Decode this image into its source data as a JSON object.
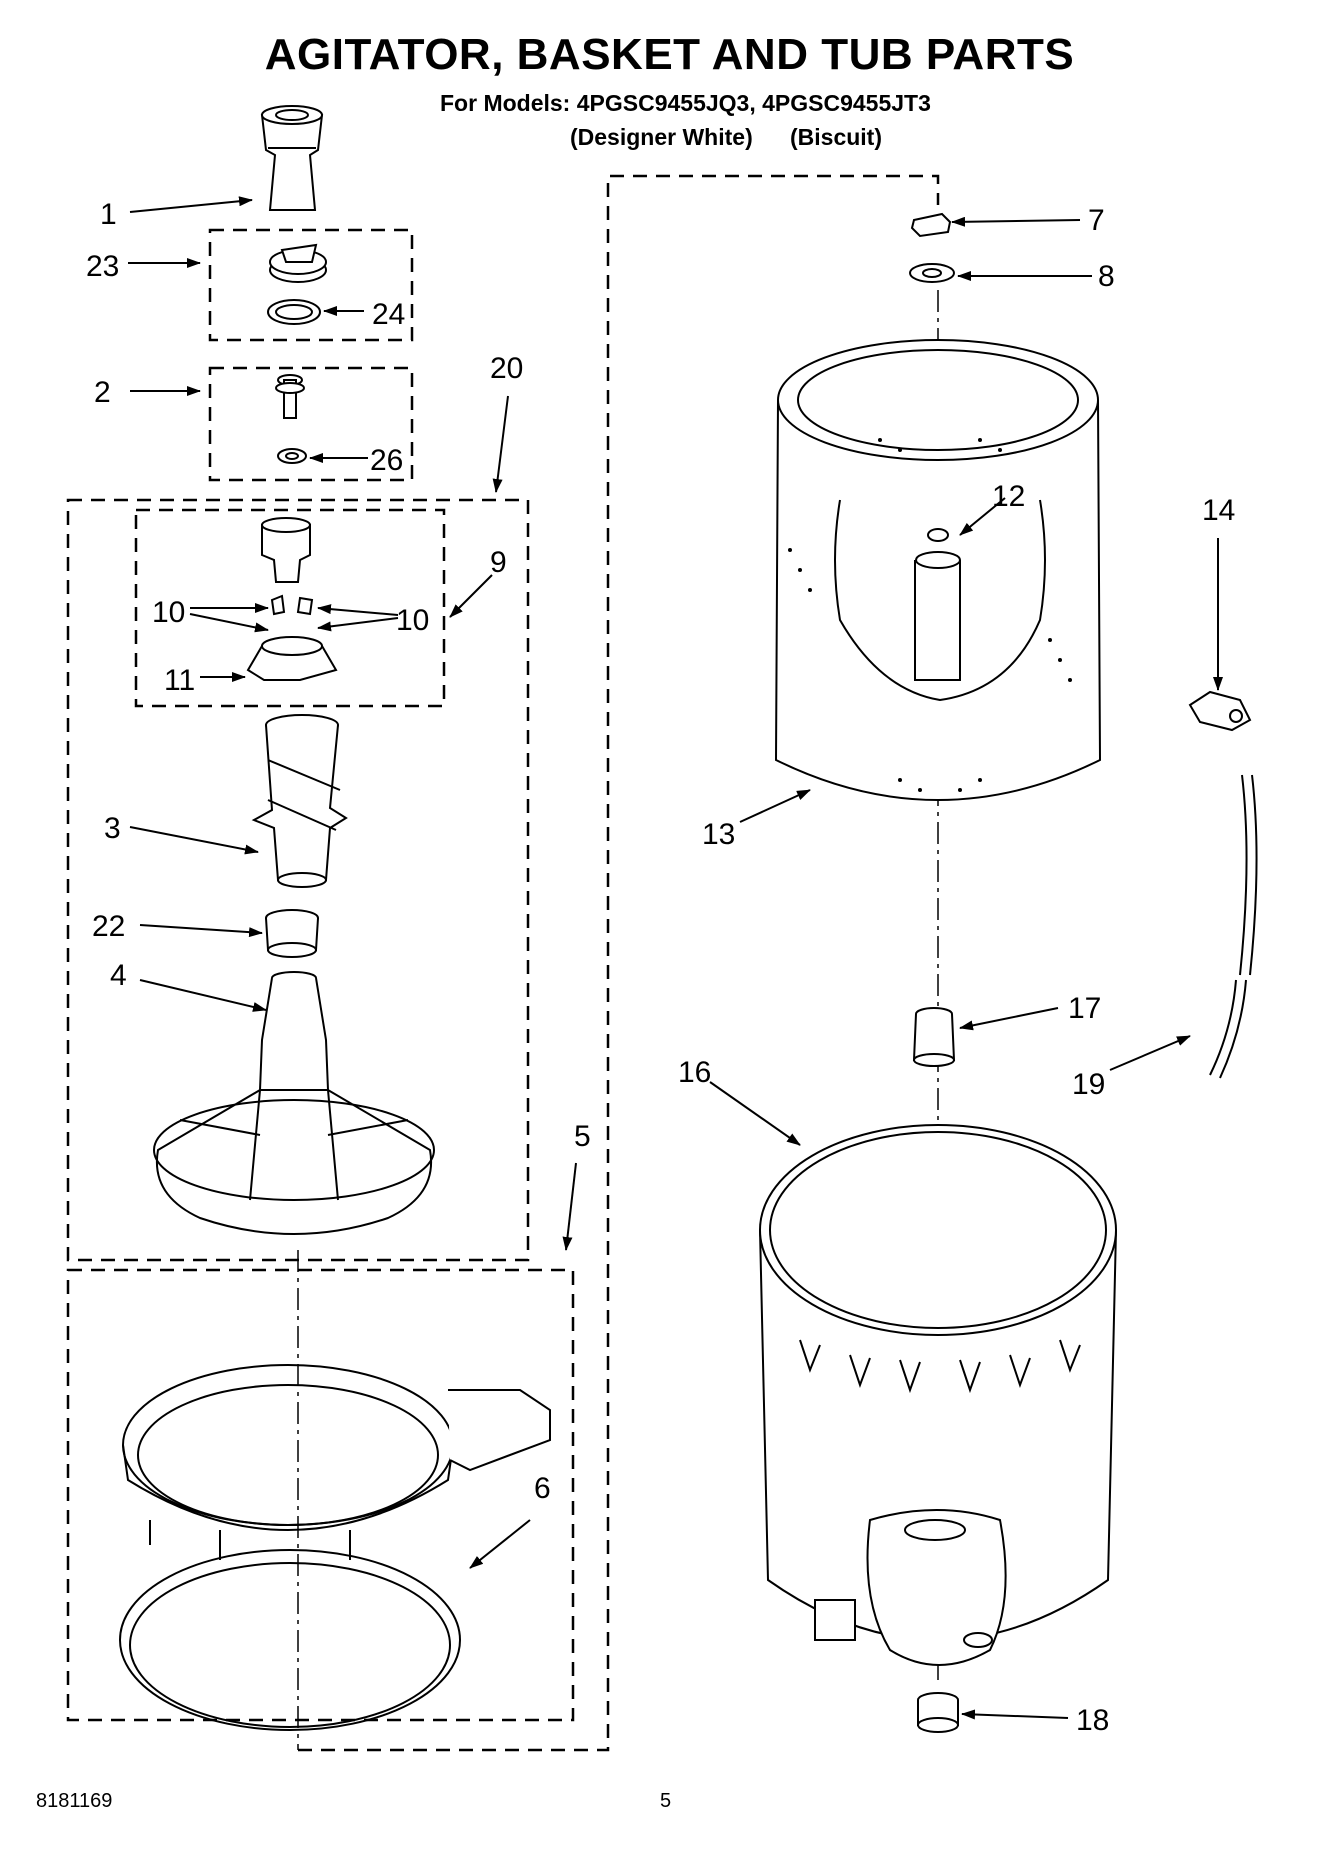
{
  "header": {
    "title": "AGITATOR, BASKET AND TUB PARTS",
    "models_line": "For Models: 4PGSC9455JQ3, 4PGSC9455JT3",
    "color_1": "(Designer White)",
    "color_2": "(Biscuit)"
  },
  "callouts": [
    "1",
    "23",
    "24",
    "2",
    "26",
    "20",
    "9",
    "10",
    "10",
    "11",
    "3",
    "22",
    "4",
    "5",
    "6",
    "7",
    "8",
    "12",
    "13",
    "14",
    "17",
    "16",
    "19",
    "18"
  ],
  "footer": {
    "doc_number": "8181169",
    "page_number": "5"
  }
}
